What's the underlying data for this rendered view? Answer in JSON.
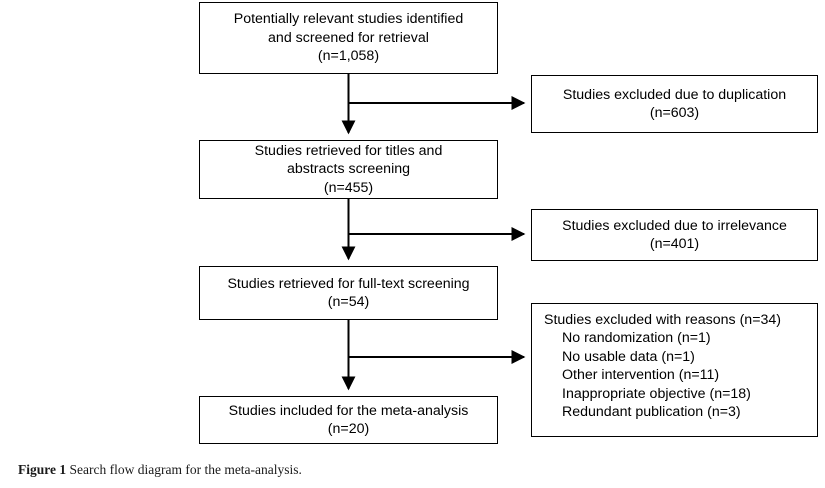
{
  "figure": {
    "caption_label": "Figure 1",
    "caption_text": "Search flow diagram for the meta-analysis.",
    "line_color": "#000000",
    "box_fill": "#ffffff",
    "text_color": "#000000"
  },
  "flow": {
    "identified": {
      "line1": "Potentially relevant studies identified",
      "line2": "and screened for retrieval",
      "line3": "(n=1,058)",
      "n": 1058
    },
    "titles_abstracts": {
      "line1": "Studies retrieved for titles and",
      "line2": "abstracts screening",
      "line3": "(n=455)",
      "n": 455
    },
    "fulltext": {
      "line1": "Studies retrieved for full-text screening",
      "line2": "(n=54)",
      "n": 54
    },
    "included": {
      "line1": "Studies included for the meta-analysis",
      "line2": "(n=20)",
      "n": 20
    }
  },
  "excluded": {
    "duplication": {
      "line1": "Studies excluded due to duplication",
      "line2": "(n=603)",
      "n": 603
    },
    "irrelevance": {
      "line1": "Studies excluded due to irrelevance",
      "line2": "(n=401)",
      "n": 401
    },
    "with_reasons": {
      "header": "Studies excluded with reasons (n=34)",
      "n": 34,
      "reasons": [
        {
          "label": "No randomization (n=1)",
          "n": 1
        },
        {
          "label": "No usable data (n=1)",
          "n": 1
        },
        {
          "label": "Other intervention (n=11)",
          "n": 11
        },
        {
          "label": "Inappropriate objective (n=18)",
          "n": 18
        },
        {
          "label": "Redundant publication (n=3)",
          "n": 3
        }
      ]
    }
  },
  "chart_data": {
    "type": "diagram",
    "title": "Search flow diagram for the meta-analysis",
    "nodes": [
      {
        "id": "identified",
        "label": "Potentially relevant studies identified and screened for retrieval",
        "value": 1058,
        "column": "main"
      },
      {
        "id": "duplication",
        "label": "Studies excluded due to duplication",
        "value": 603,
        "column": "right"
      },
      {
        "id": "titles_abstracts",
        "label": "Studies retrieved for titles and abstracts screening",
        "value": 455,
        "column": "main"
      },
      {
        "id": "irrelevance",
        "label": "Studies excluded due to irrelevance",
        "value": 401,
        "column": "right"
      },
      {
        "id": "fulltext",
        "label": "Studies retrieved for full-text screening",
        "value": 54,
        "column": "main"
      },
      {
        "id": "with_reasons",
        "label": "Studies excluded with reasons",
        "value": 34,
        "column": "right"
      },
      {
        "id": "included",
        "label": "Studies included for the meta-analysis",
        "value": 20,
        "column": "main"
      }
    ],
    "edges": [
      {
        "from": "identified",
        "to": "titles_abstracts"
      },
      {
        "from": "identified",
        "to": "duplication"
      },
      {
        "from": "titles_abstracts",
        "to": "fulltext"
      },
      {
        "from": "titles_abstracts",
        "to": "irrelevance"
      },
      {
        "from": "fulltext",
        "to": "included"
      },
      {
        "from": "fulltext",
        "to": "with_reasons"
      }
    ]
  }
}
